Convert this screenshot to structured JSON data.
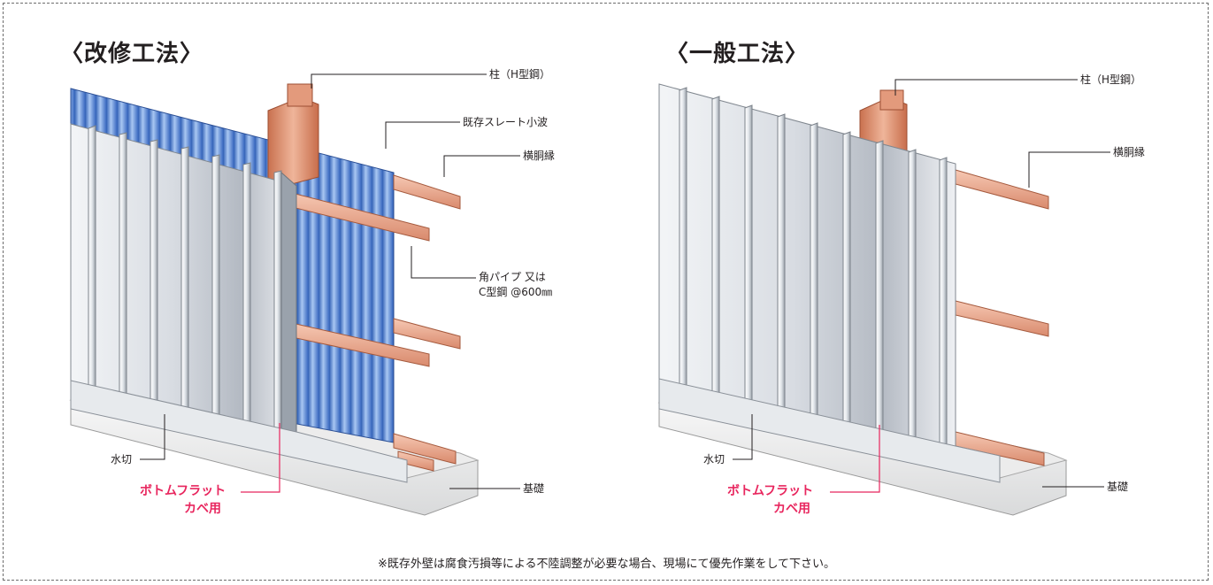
{
  "left": {
    "heading": "〈改修工法〉",
    "column": "柱（H型鋼）",
    "existing_slate": "既存スレート小波",
    "girt": "横胴縁",
    "pipe_line1": "角パイプ 又は",
    "pipe_line2": "C型鋼 @600㎜",
    "flashing": "水切",
    "product_line1": "ボトムフラット",
    "product_line2": "カベ用",
    "foundation": "基礎"
  },
  "right": {
    "heading": "〈一般工法〉",
    "column": "柱（H型鋼）",
    "girt": "横胴縁",
    "flashing": "水切",
    "product_line1": "ボトムフラット",
    "product_line2": "カベ用",
    "foundation": "基礎"
  },
  "footer_note": "※既存外壁は腐食汚損等による不陸調整が必要な場合、現場にて優先作業をして下さい。",
  "colors": {
    "steel_light": "#f2f4f6",
    "steel_mid": "#c9ced5",
    "steel_dark": "#8f969f",
    "slate_blue": "#4f7fd0",
    "girt_orange": "#e6a48a",
    "highlight_pink": "#e8265e"
  }
}
